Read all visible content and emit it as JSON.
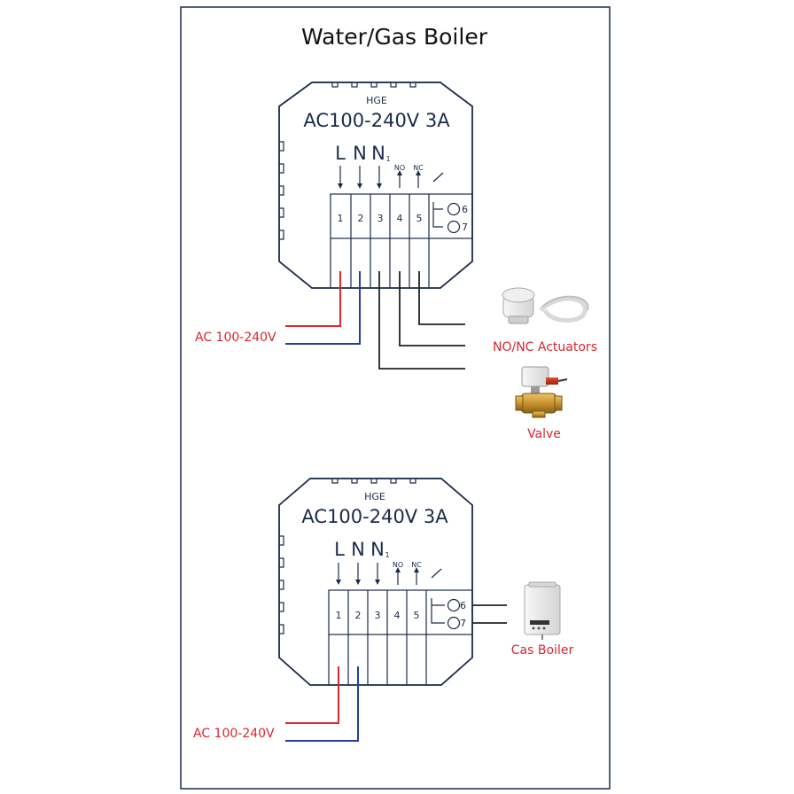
{
  "title": "Water/Gas Boiler",
  "thermostat": {
    "brand": "HGE",
    "rating": "AC100-240V 3A",
    "inputs": [
      "L",
      "N",
      "N"
    ],
    "n1_subscript": "1",
    "outputs": [
      "NO",
      "NC"
    ],
    "terminals": [
      "1",
      "2",
      "3",
      "4",
      "5"
    ],
    "relay_terminals": [
      "6",
      "7"
    ]
  },
  "top_diagram": {
    "power_label": "AC 100-240V",
    "actuator_label": "NO/NC Actuators",
    "valve_label": "Valve"
  },
  "bottom_diagram": {
    "power_label": "AC 100-240V",
    "boiler_label": "Cas Boiler"
  },
  "colors": {
    "frame": "#1a2b4a",
    "live_wire": "#d9272e",
    "neutral_wire": "#1f3fa6",
    "control_wire": "#222222",
    "label_red": "#d9272e"
  }
}
